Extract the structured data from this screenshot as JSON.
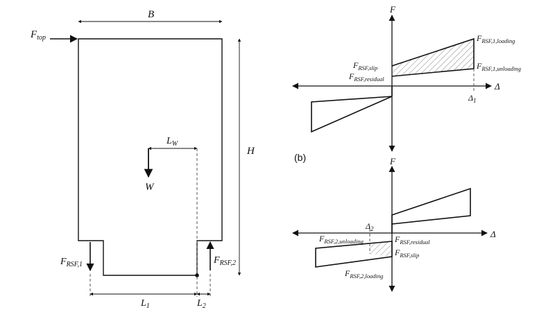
{
  "wall": {
    "dim_B": "B",
    "dim_H": "H",
    "force_top_main": "F",
    "force_top_sub": "top",
    "weight": "W",
    "lever_w_main": "L",
    "lever_w_sub": "W",
    "lever_1_main": "L",
    "lever_1_sub": "1",
    "lever_2_main": "L",
    "lever_2_sub": "2",
    "rsf1_main": "F",
    "rsf1_sub": "RSF,1",
    "rsf2_main": "F",
    "rsf2_sub": "RSF,2"
  },
  "graph1": {
    "axis_y": "F",
    "axis_x": "Δ",
    "disp_main": "Δ",
    "disp_sub": "1",
    "loading_main": "F",
    "loading_sub": "RSF,1,loading",
    "unloading_main": "F",
    "unloading_sub": "RSF,1,unloading",
    "slip_main": "F",
    "slip_sub": "RSF,slip",
    "residual_main": "F",
    "residual_sub": "RSF,residual"
  },
  "graph2": {
    "panel_label": "(b)",
    "axis_y": "F",
    "axis_x": "Δ",
    "disp_main": "Δ",
    "disp_sub": "2",
    "unloading_main": "F",
    "unloading_sub": "RSF,2,unloading",
    "residual_main": "F",
    "residual_sub": "RSF,residual",
    "slip_main": "F",
    "slip_sub": "RSF,slip",
    "loading_main": "F",
    "loading_sub": "RSF,2,loading"
  }
}
